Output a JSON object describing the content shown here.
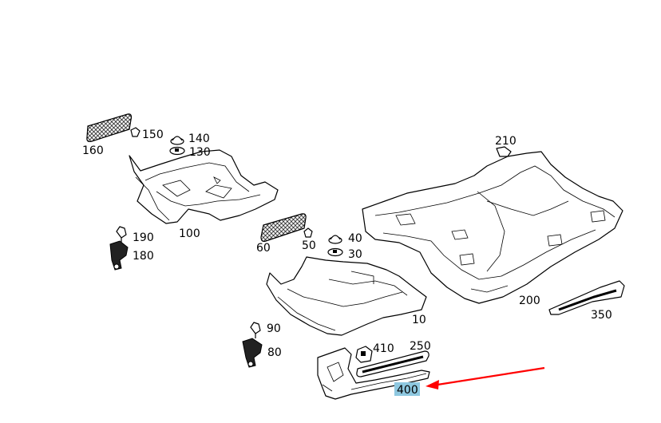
{
  "labels": {
    "p10": "10",
    "p30": "30",
    "p40": "40",
    "p50": "50",
    "p60": "60",
    "p80": "80",
    "p90": "90",
    "p100": "100",
    "p130": "130",
    "p140": "140",
    "p150": "150",
    "p160": "160",
    "p180": "180",
    "p190": "190",
    "p200": "200",
    "p210": "210",
    "p250": "250",
    "p350": "350",
    "p400": "400",
    "p410": "410"
  },
  "highlight": {
    "part": "400",
    "color": "#8ec8e0"
  },
  "arrow": {
    "color": "#ff0000"
  }
}
